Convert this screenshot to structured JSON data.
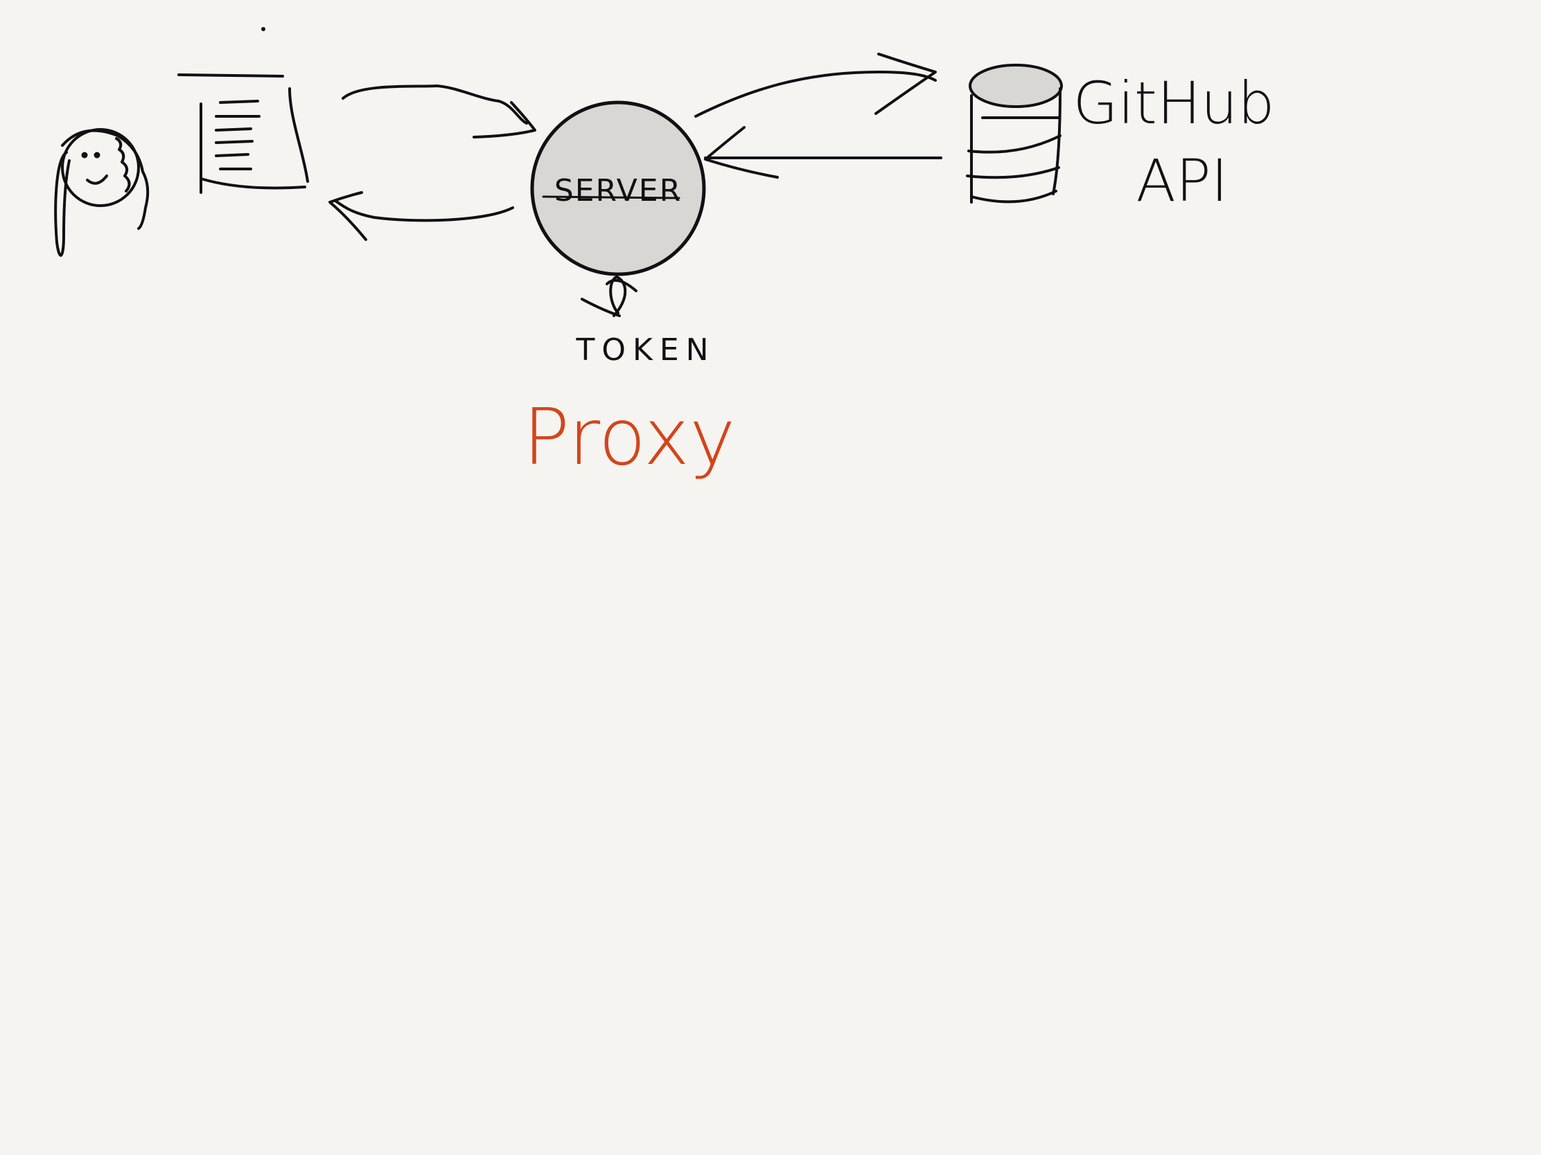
{
  "diagram": {
    "server": {
      "label": "SERVER"
    },
    "token": {
      "label": "TOKEN"
    },
    "api": {
      "line1": "GitHub",
      "line2": "API"
    },
    "title": {
      "label": "Proxy"
    },
    "colors": {
      "ink": "#111111",
      "accent": "#d2451b",
      "node_fill": "#d8d7d3",
      "background": "#f5f4f0"
    },
    "icons": [
      "person-icon",
      "document-icon",
      "server-icon",
      "database-icon"
    ]
  }
}
